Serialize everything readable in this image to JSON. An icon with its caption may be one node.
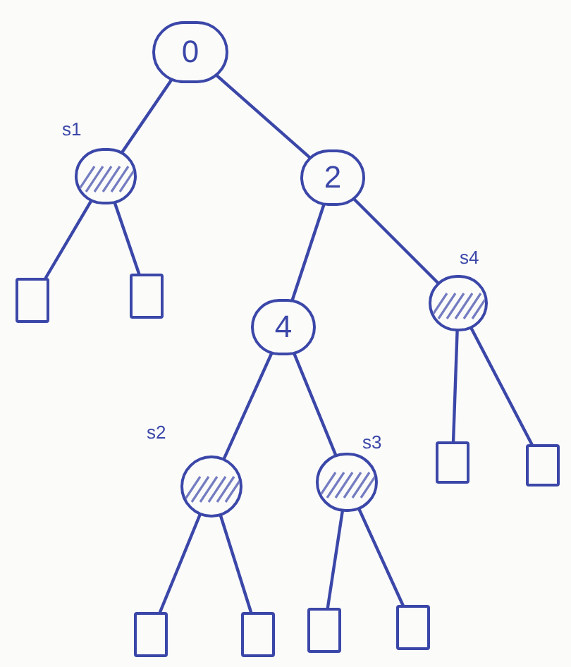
{
  "diagram": {
    "nodes": [
      {
        "text": [
          "0"
        ]
      },
      {
        "text": [],
        "shape": "circle",
        "beside": [
          "s1"
        ]
      },
      {
        "text": [
          "2"
        ]
      },
      {
        "text": [],
        "shape": "box"
      },
      {
        "text": [],
        "shape": "box"
      },
      {
        "text": [
          "4"
        ]
      },
      {
        "text": [],
        "shape": "circle",
        "beside": [
          "s4"
        ]
      },
      {
        "text": [],
        "shape": "circle",
        "beside": [
          "s2"
        ]
      },
      {
        "text": [],
        "shape": "circle",
        "beside": [
          "s3"
        ]
      },
      {
        "text": [],
        "shape": "box"
      },
      {
        "text": [],
        "shape": "box"
      },
      {
        "text": [],
        "shape": "box"
      },
      {
        "text": [],
        "shape": "box"
      },
      {
        "text": [],
        "shape": "box"
      },
      {
        "text": [],
        "shape": "box"
      }
    ],
    "edges": [
      {
        "from": 0,
        "to": 1,
        "arrow": "none"
      },
      {
        "from": 0,
        "to": 2,
        "arrow": "none"
      },
      {
        "from": 1,
        "to": 3,
        "arrow": "none"
      },
      {
        "from": 1,
        "to": 4,
        "arrow": "none"
      },
      {
        "from": 2,
        "to": 5,
        "arrow": "none"
      },
      {
        "from": 2,
        "to": 6,
        "arrow": "none"
      },
      {
        "from": 5,
        "to": 7,
        "arrow": "none"
      },
      {
        "from": 5,
        "to": 8,
        "arrow": "none"
      },
      {
        "from": 6,
        "to": 9,
        "arrow": "none"
      },
      {
        "from": 6,
        "to": 10,
        "arrow": "none"
      },
      {
        "from": 7,
        "to": 11,
        "arrow": "none"
      },
      {
        "from": 7,
        "to": 12,
        "arrow": "none"
      },
      {
        "from": 8,
        "to": 13,
        "arrow": "none"
      },
      {
        "from": 8,
        "to": 14,
        "arrow": "none"
      }
    ]
  }
}
